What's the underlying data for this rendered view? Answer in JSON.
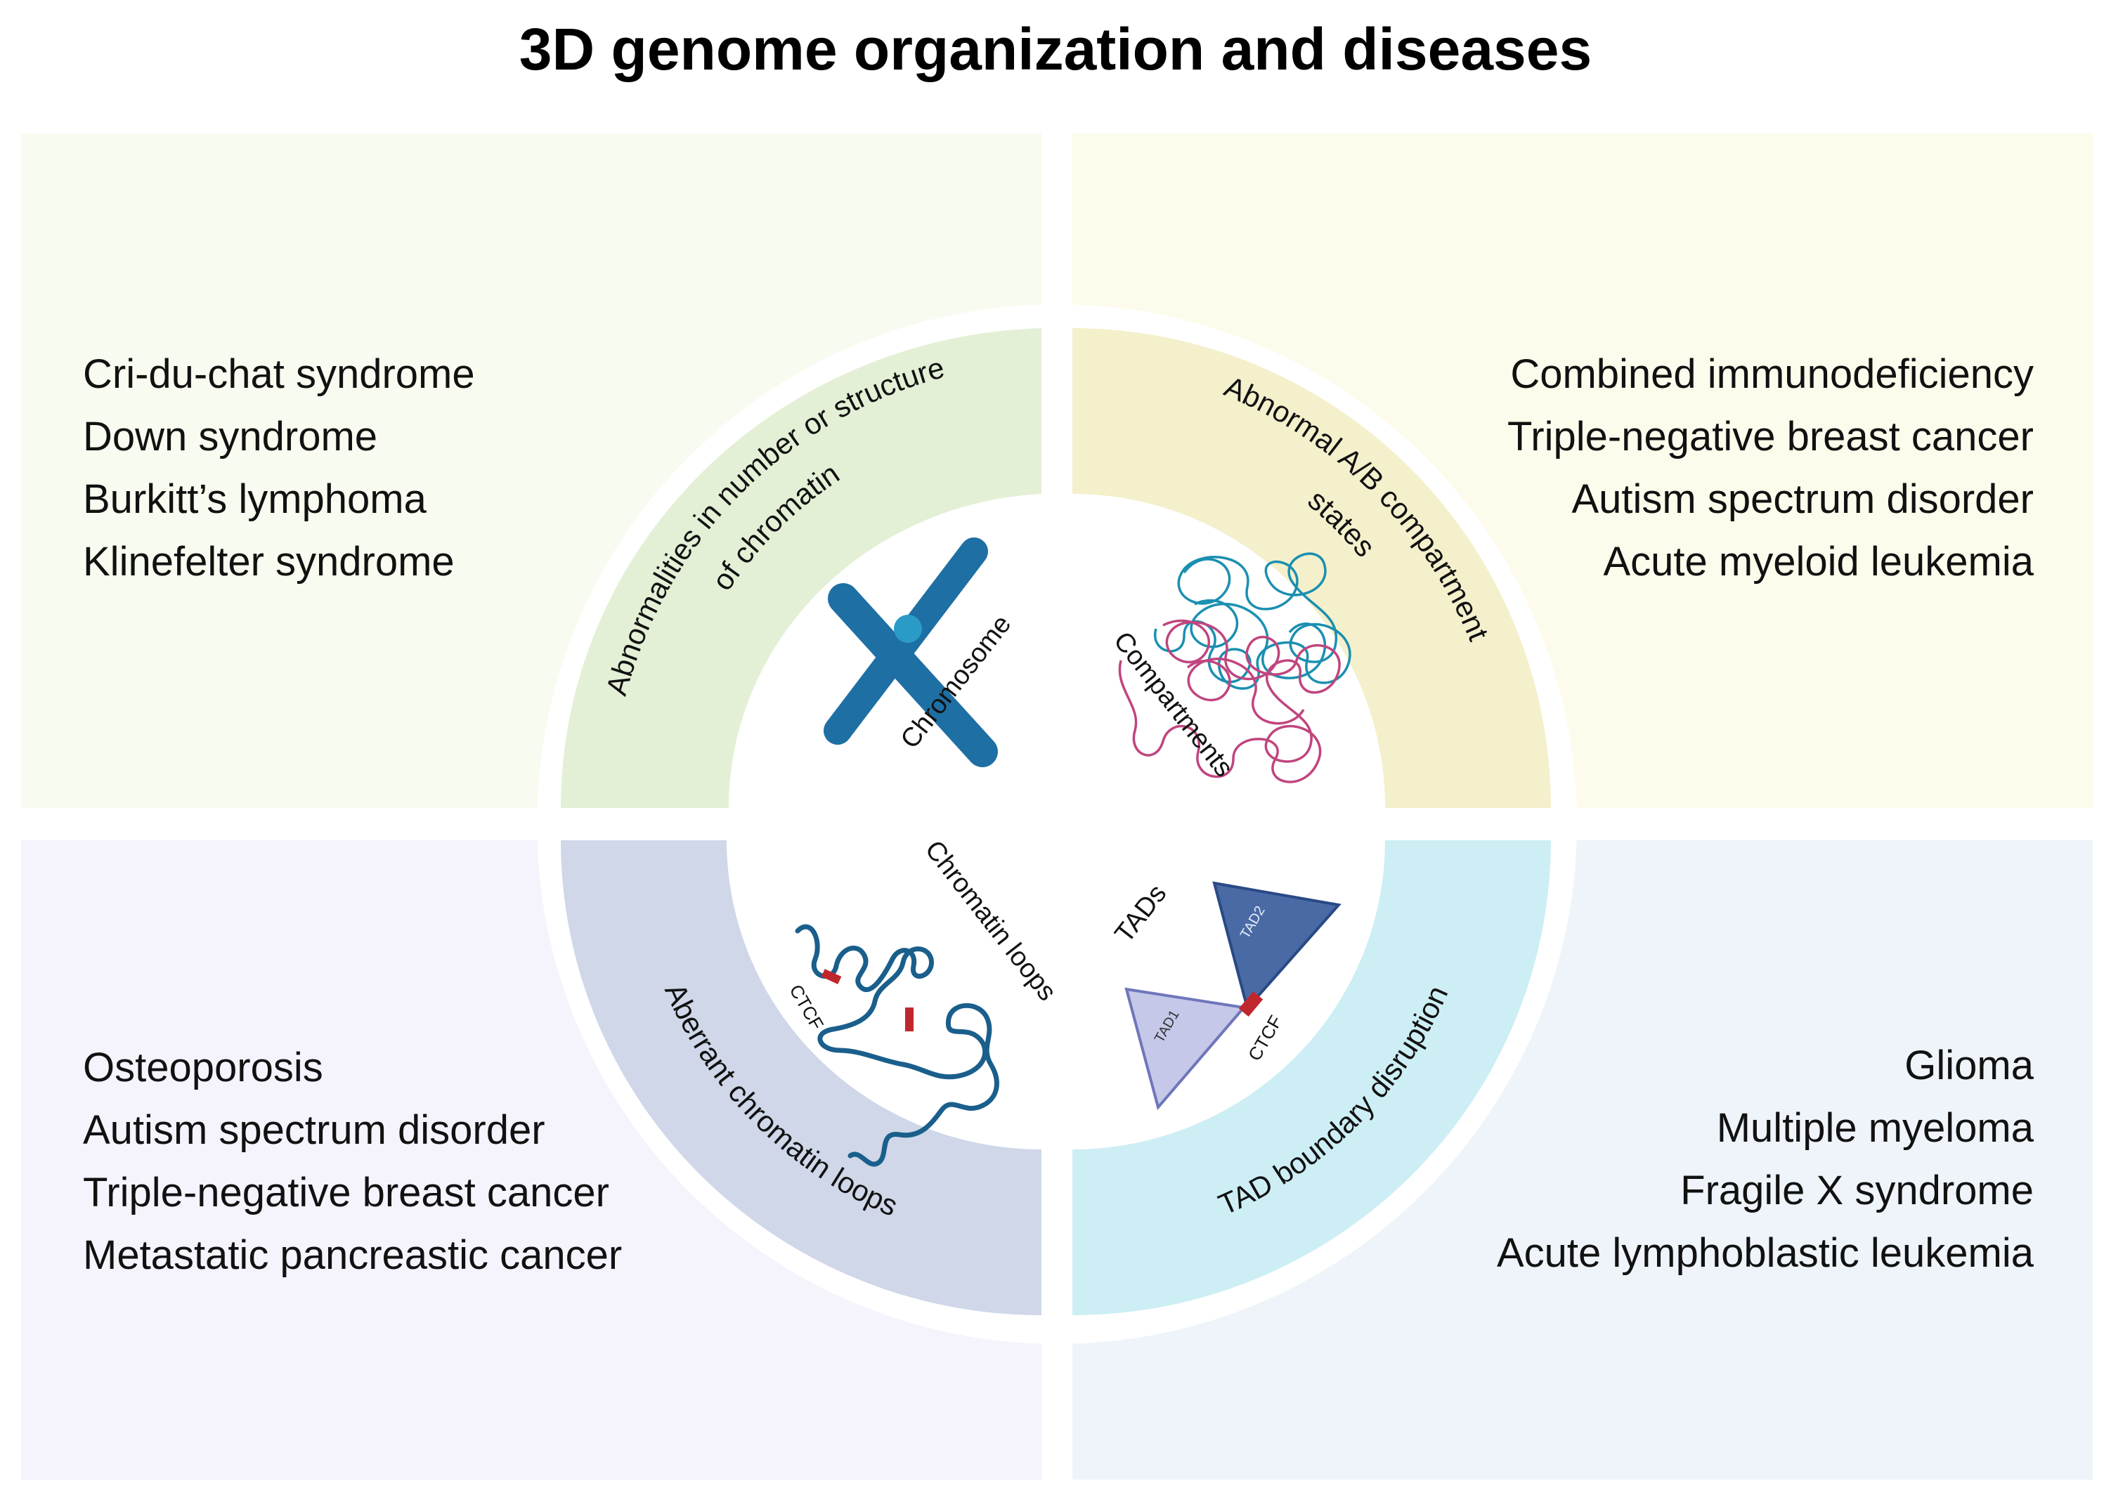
{
  "title": "3D genome organization and diseases",
  "quadrants": {
    "top_left": {
      "category": "Abnormalities in number or structure of chromatin",
      "category_line1": "Abnormalities in number or structure",
      "category_line2": "of chromatin",
      "icon_label": "Chromosome",
      "diseases": [
        "Cri-du-chat syndrome",
        "Down syndrome",
        "Burkitt’s lymphoma",
        "Klinefelter syndrome"
      ]
    },
    "top_right": {
      "category": "Abnormal A/B compartment states",
      "category_line1": "Abnormal A/B compartment",
      "category_line2": "states",
      "icon_label": "Compartments",
      "diseases": [
        "Combined immunodeficiency",
        "Triple-negative breast cancer",
        "Autism spectrum disorder",
        "Acute myeloid leukemia"
      ]
    },
    "bottom_left": {
      "category": "Aberrant chromatin loops",
      "icon_label": "Chromatin loops",
      "ctcf_label": "CTCF",
      "diseases": [
        "Osteoporosis",
        "Autism spectrum disorder",
        "Triple-negative breast cancer",
        "Metastatic pancreastic cancer"
      ]
    },
    "bottom_right": {
      "category": "TAD boundary disruption",
      "icon_label": "TADs",
      "ctcf_label": "CTCF",
      "tad1_label": "TAD1",
      "tad2_label": "TAD2",
      "diseases": [
        "Glioma",
        "Multiple myeloma",
        "Fragile X syndrome",
        "Acute lymphoblastic leukemia"
      ]
    }
  },
  "colors": {
    "ring_top_left": "#e4f0d6",
    "ring_top_right": "#f4f0cc",
    "ring_bottom_left": "#cfd7e9",
    "ring_bottom_right": "#cdeef5",
    "chromosome": "#1e6fa3",
    "compartment_a": "#1b8fb0",
    "compartment_b": "#c0457e",
    "loop_fiber": "#1a5f8c",
    "ctcf": "#c0272d",
    "tad1": "#c5c8e8",
    "tad2": "#4a6aa6"
  }
}
